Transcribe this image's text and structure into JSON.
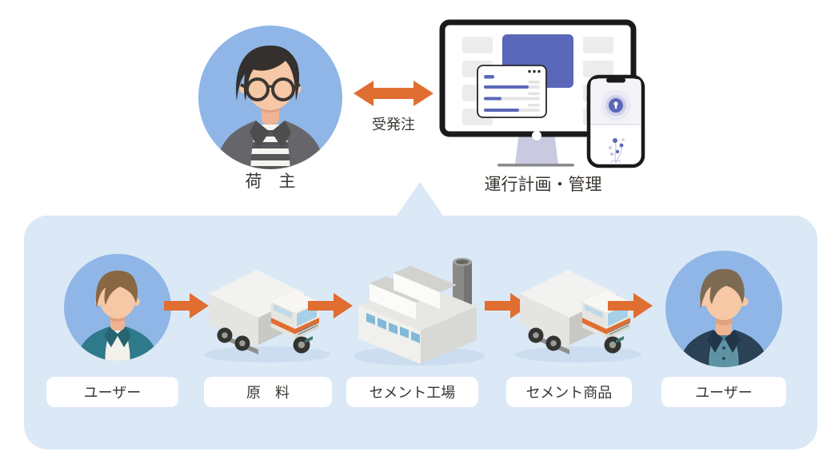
{
  "diagram_title": "cement-logistics-operation-flow",
  "top": {
    "shipper": {
      "icon": "shipper-avatar-icon",
      "label": "荷　主"
    },
    "exchange": {
      "icon": "double-arrow-icon",
      "label": "受発注"
    },
    "system": {
      "icons": [
        "monitor-icon",
        "smartphone-icon",
        "lock-icon"
      ],
      "label": "運行計画・管理"
    }
  },
  "flow": {
    "arrow_icon": "right-arrow-icon",
    "nodes": [
      {
        "id": "user-start",
        "icon": "user-avatar-icon",
        "label": "ユーザー"
      },
      {
        "id": "raw-material-truck",
        "icon": "truck-icon",
        "label": "原　料"
      },
      {
        "id": "cement-factory",
        "icon": "factory-icon",
        "label": "セメント工場"
      },
      {
        "id": "cement-product-truck",
        "icon": "truck-icon",
        "label": "セメント商品"
      },
      {
        "id": "user-end",
        "icon": "user-avatar-icon",
        "label": "ユーザー"
      }
    ]
  },
  "colors": {
    "accent_orange": "#e06e31",
    "panel_blue": "#dbe8f6",
    "avatar_circle_blue": "#8fb6e6",
    "indigo": "#5b67b8",
    "label_text": "#3a3530",
    "pill_white": "#ffffff"
  }
}
